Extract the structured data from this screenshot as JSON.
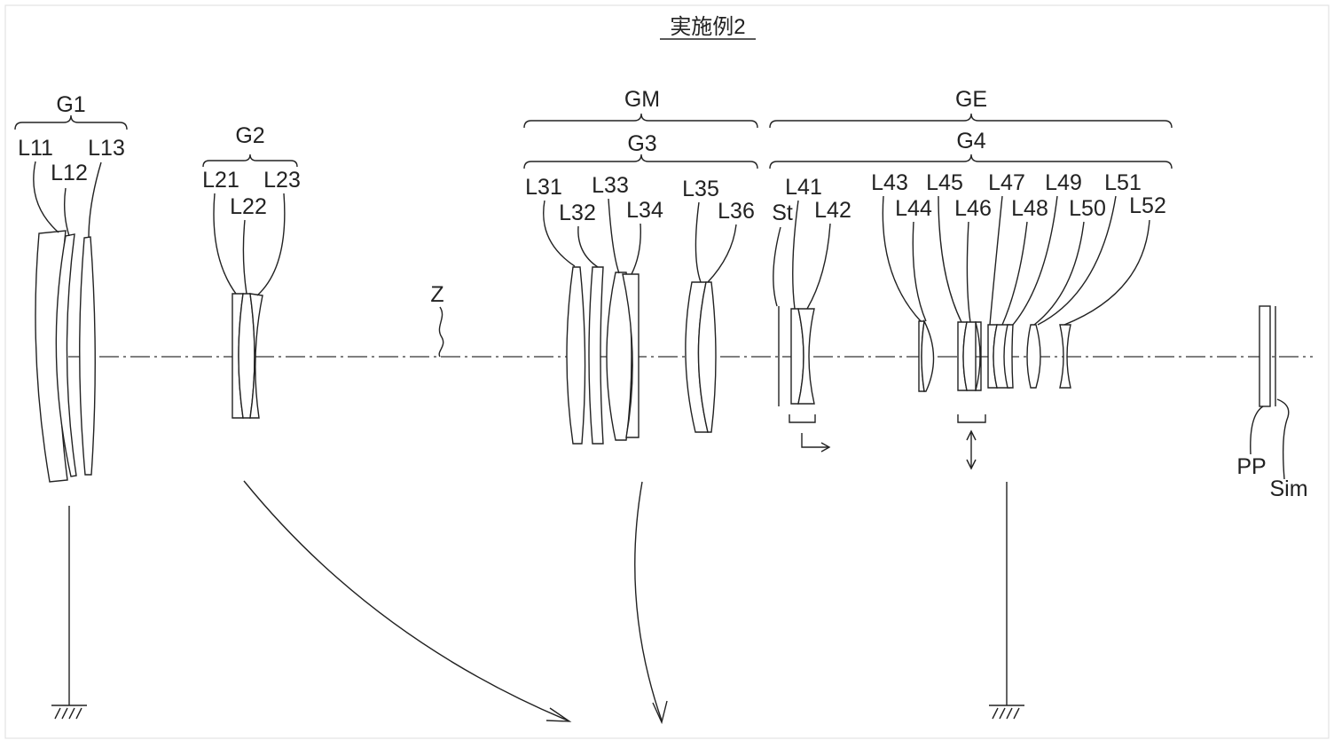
{
  "title": "実施例2",
  "axis_label": "Z",
  "groups": {
    "g1": "G1",
    "g2": "G2",
    "g3": "G3",
    "g4": "G4",
    "gm": "GM",
    "ge": "GE"
  },
  "lenses": {
    "l11": "L11",
    "l12": "L12",
    "l13": "L13",
    "l21": "L21",
    "l22": "L22",
    "l23": "L23",
    "l31": "L31",
    "l32": "L32",
    "l33": "L33",
    "l34": "L34",
    "l35": "L35",
    "l36": "L36",
    "l41": "L41",
    "l42": "L42",
    "l43": "L43",
    "l44": "L44",
    "l45": "L45",
    "l46": "L46",
    "l47": "L47",
    "l48": "L48",
    "l49": "L49",
    "l50": "L50",
    "l51": "L51",
    "l52": "L52"
  },
  "other": {
    "stop": "St",
    "plate": "PP",
    "image_plane": "Sim"
  }
}
